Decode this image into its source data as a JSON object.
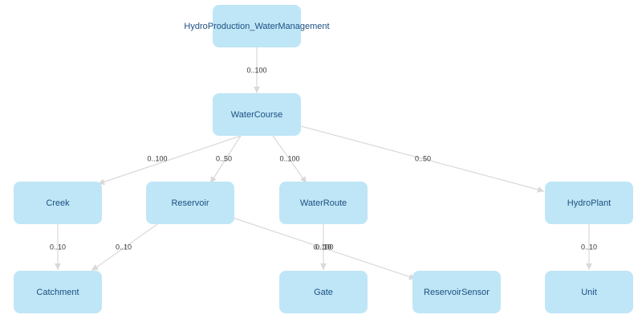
{
  "nodes": {
    "root": "HydroProduction_WaterManagement",
    "watercourse": "WaterCourse",
    "creek": "Creek",
    "reservoir": "Reservoir",
    "waterroute": "WaterRoute",
    "hydroplant": "HydroPlant",
    "catchment": "Catchment",
    "gate": "Gate",
    "reservoirsensor": "ReservoirSensor",
    "unit": "Unit"
  },
  "edges": [
    {
      "from": "root",
      "to": "watercourse",
      "label": "0..100"
    },
    {
      "from": "watercourse",
      "to": "creek",
      "label": "0..100"
    },
    {
      "from": "watercourse",
      "to": "reservoir",
      "label": "0..50"
    },
    {
      "from": "watercourse",
      "to": "waterroute",
      "label": "0..100"
    },
    {
      "from": "watercourse",
      "to": "hydroplant",
      "label": "0..50"
    },
    {
      "from": "creek",
      "to": "catchment",
      "label": "0..10"
    },
    {
      "from": "reservoir",
      "to": "catchment",
      "label": "0..10"
    },
    {
      "from": "waterroute",
      "to": "gate",
      "label": "0..100"
    },
    {
      "from": "reservoir",
      "to": "reservoirsensor",
      "label": "0..10"
    },
    {
      "from": "hydroplant",
      "to": "unit",
      "label": "0..10"
    }
  ],
  "colors": {
    "node_fill": "#bfe6f6",
    "node_text": "#1d4f82",
    "edge": "#d9d9d9"
  }
}
